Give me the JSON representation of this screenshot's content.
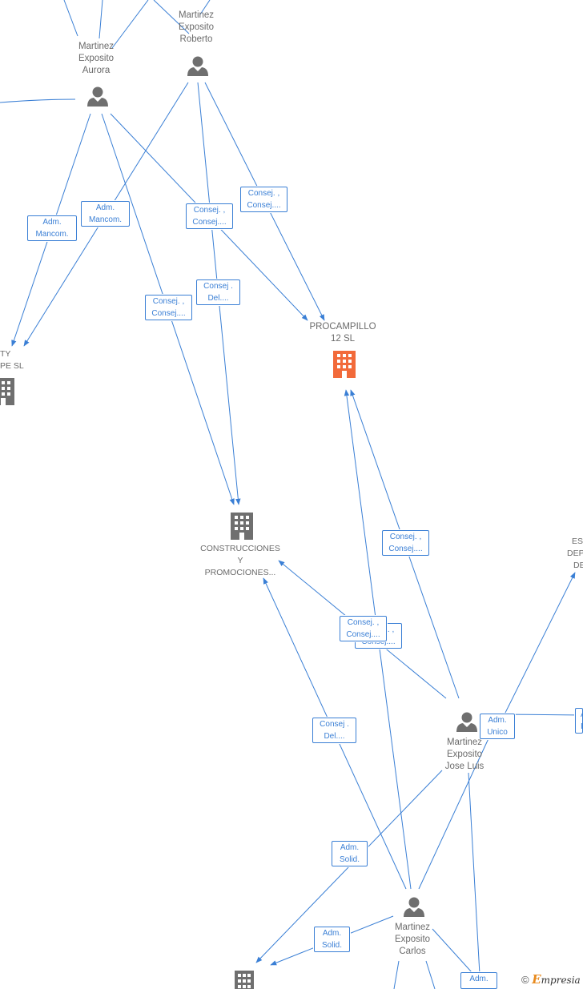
{
  "colors": {
    "edge": "#3a7fd5",
    "person_icon": "#6f6f6f",
    "company_icon": "#6f6f6f",
    "company_highlight": "#f26a3a",
    "label_text": "#6b6b6b"
  },
  "nodes": {
    "martinez_aurora": {
      "lines": [
        "Martinez",
        "Exposito",
        "Aurora"
      ],
      "type": "person"
    },
    "martinez_roberto": {
      "lines": [
        "Martinez",
        "Exposito",
        "Roberto"
      ],
      "type": "person"
    },
    "martinez_jose_luis": {
      "lines": [
        "Martinez",
        "Exposito",
        "Jose Luis"
      ],
      "type": "person"
    },
    "martinez_carlos": {
      "lines": [
        "Martinez",
        "Exposito",
        "Carlos"
      ],
      "type": "person"
    },
    "procampillo": {
      "lines": [
        "PROCAMPILLO",
        "12 SL"
      ],
      "type": "company-highlight"
    },
    "construcciones": {
      "lines": [
        "CONSTRUCCIONES",
        "Y",
        "PROMOCIONES..."
      ],
      "type": "company"
    },
    "left_company": {
      "lines": [
        "TY",
        "PE SL"
      ],
      "type": "company"
    },
    "right_company": {
      "lines": [
        "ES",
        "DEP",
        "DE"
      ],
      "type": "company"
    },
    "bottom_company": {
      "lines": [],
      "type": "company"
    }
  },
  "edge_labels": {
    "l1": [
      "Adm.",
      "Mancom."
    ],
    "l2": [
      "Adm.",
      "Mancom."
    ],
    "l3": [
      "Consej. ,",
      "Consej...."
    ],
    "l4": [
      "Consej. ,",
      "Consej...."
    ],
    "l5": [
      "Consej. ,",
      "Consej...."
    ],
    "l6": [
      "Consej .",
      "Del...."
    ],
    "l7": [
      "Consej. ,",
      "Consej...."
    ],
    "l8": [
      "Consej. ,",
      "Consej...."
    ],
    "l9": [
      "Consej. ,",
      "Consej...."
    ],
    "l10": [
      "Consej .",
      "Del...."
    ],
    "l11": [
      "Adm.",
      "Unico"
    ],
    "l12": [
      "Adm.",
      "Solid."
    ],
    "l13": [
      "Adm.",
      "Solid."
    ],
    "l14": [
      "Adm.",
      ""
    ],
    "l15": [
      "A",
      "I"
    ]
  },
  "copyright": {
    "symbol": "©",
    "brand_initial": "E",
    "brand_rest": "mpresia"
  }
}
